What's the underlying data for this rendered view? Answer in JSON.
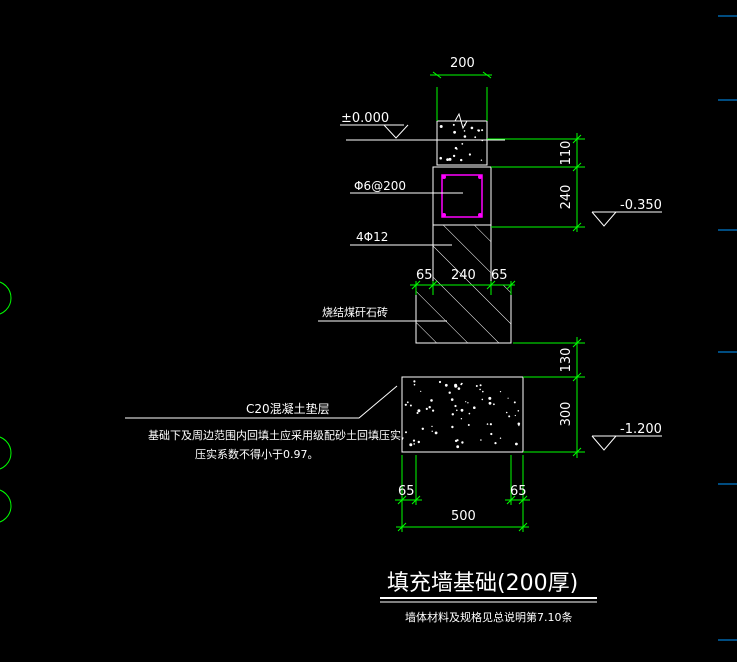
{
  "colors": {
    "background": "#000000",
    "outline": "#ffffff",
    "dimension": "#00ff00",
    "rebar": "#ff00ff",
    "edge_marker": "#00ffff",
    "side_marks": "#0099ff"
  },
  "dimensions": {
    "top_width": "200",
    "height_110": "110",
    "height_240": "240",
    "left_65_top": "65",
    "mid_240": "240",
    "right_65_top": "65",
    "height_130": "130",
    "height_300": "300",
    "left_65_bottom": "65",
    "right_65_bottom": "65",
    "bottom_width": "500"
  },
  "levels": {
    "ground": "±0.000",
    "beam_bottom": "-0.350",
    "footing_bottom": "-1.200"
  },
  "labels": {
    "stirrup": "Φ6@200",
    "main_bars": "4Φ12",
    "brick": "烧结煤矸石砖",
    "concrete_pad": "C20混凝土垫层",
    "backfill_note_1": "基础下及周边范围内回填土应采用级配砂土回填压实,",
    "backfill_note_2": "压实系数不得小于0.97。"
  },
  "title": {
    "main": "填充墙基础(200厚)",
    "sub": "墙体材料及规格见总说明第7.10条"
  }
}
